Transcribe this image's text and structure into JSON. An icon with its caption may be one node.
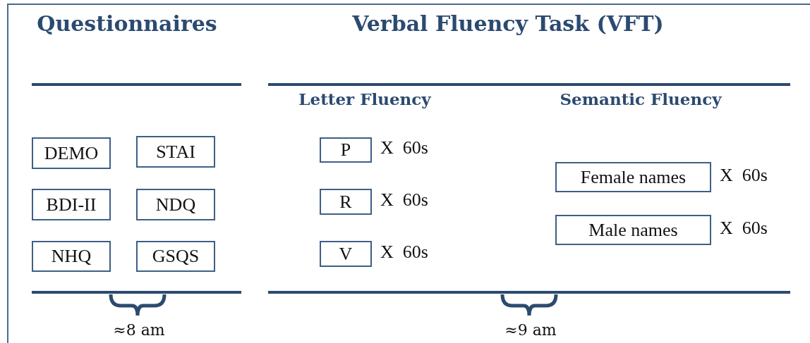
{
  "diagram": {
    "nodes": [
      {
        "text": [
          "DEMO"
        ]
      },
      {
        "text": [
          "STAI"
        ]
      },
      {
        "text": [
          "BDI-II"
        ]
      },
      {
        "text": [
          "NDQ"
        ]
      },
      {
        "text": [
          "NHQ"
        ]
      },
      {
        "text": [
          "GSQS"
        ]
      },
      {
        "text": [
          "P"
        ],
        "beside": [
          "X  60s"
        ]
      },
      {
        "text": [
          "R"
        ],
        "beside": [
          "X  60s"
        ]
      },
      {
        "text": [
          "V"
        ],
        "beside": [
          "X  60s"
        ]
      },
      {
        "text": [
          "Female names"
        ],
        "beside": [
          "X  60s"
        ]
      },
      {
        "text": [
          "Male names"
        ],
        "beside": [
          "X  60s"
        ]
      }
    ],
    "edges": [],
    "labels": [
      "Questionnaires",
      "Verbal Fluency Task (VFT)",
      "Letter Fluency",
      "Semantic Fluency",
      "≈8 am",
      "≈9 am"
    ]
  }
}
